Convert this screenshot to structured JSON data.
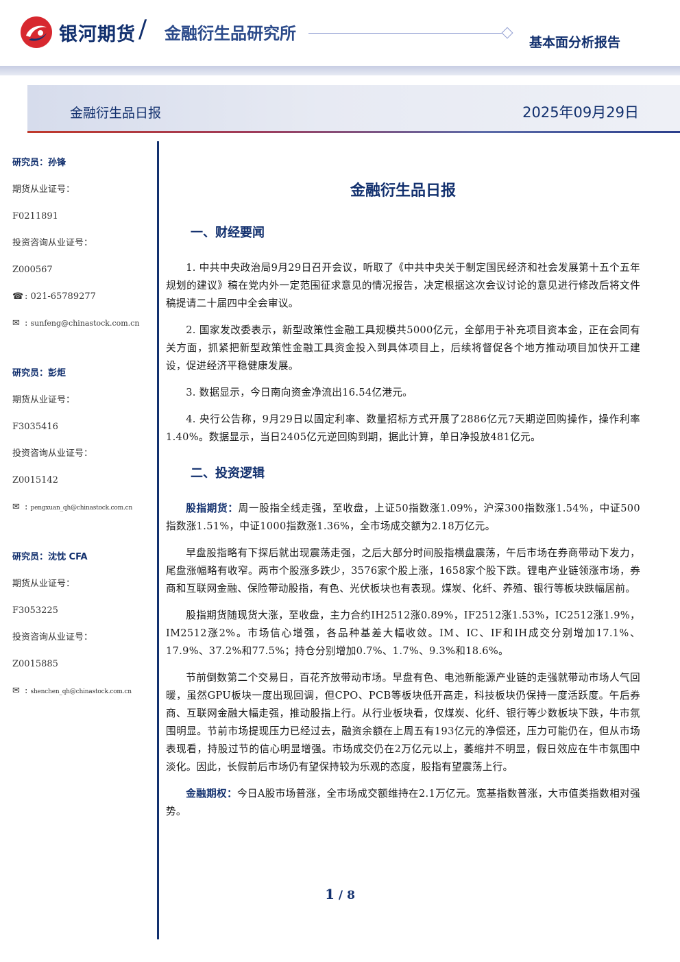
{
  "header": {
    "brand": "银河期货",
    "slash": "/",
    "institute": "金融衍生品研究所",
    "report_type": "基本面分析报告",
    "colors": {
      "navy": "#12306e",
      "logo_red": "#d7282f"
    }
  },
  "title_bar": {
    "left": "金融衍生品日报",
    "date": "2025年09月29日"
  },
  "sidebar": {
    "analysts": [
      {
        "name": "研究员：孙锋",
        "futures_label": "期货从业证号：",
        "futures_id": "F0211891",
        "consult_label": "投资咨询从业证号：",
        "consult_id": "Z000567",
        "phone": "021-65789277",
        "email": "sunfeng@chinastock.com.cn"
      },
      {
        "name": "研究员：彭炬",
        "futures_label": "期货从业证号：",
        "futures_id": "F3035416",
        "consult_label": "投资咨询从业证号：",
        "consult_id": "Z0015142",
        "email": "pengxuan_qh@chinastock.com.cn"
      },
      {
        "name": "研究员：沈忱 CFA",
        "futures_label": "期货从业证号：",
        "futures_id": "F3053225",
        "consult_label": "投资咨询从业证号：",
        "consult_id": "Z0015885",
        "email": "shenchen_qh@chinastock.com.cn"
      }
    ],
    "icons": {
      "phone": "phone-icon",
      "email": "email-icon"
    },
    "sep": ":"
  },
  "main": {
    "title": "金融衍生品日报",
    "sections": [
      {
        "heading": "一、财经要闻",
        "paragraphs": [
          {
            "text": "1. 中共中央政治局9月29日召开会议，听取了《中共中央关于制定国民经济和社会发展第十五个五年规划的建议》稿在党内外一定范围征求意见的情况报告，决定根据这次会议讨论的意见进行修改后将文件稿提请二十届四中全会审议。"
          },
          {
            "text": "2. 国家发改委表示，新型政策性金融工具规模共5000亿元，全部用于补充项目资本金，正在会同有关方面，抓紧把新型政策性金融工具资金投入到具体项目上，后续将督促各个地方推动项目加快开工建设，促进经济平稳健康发展。"
          },
          {
            "text": "3. 数据显示，今日南向资金净流出16.54亿港元。"
          },
          {
            "text": "4. 央行公告称，9月29日以固定利率、数量招标方式开展了2886亿元7天期逆回购操作，操作利率1.40%。数据显示，当日2405亿元逆回购到期，据此计算，单日净投放481亿元。"
          }
        ]
      },
      {
        "heading": "二、投资逻辑",
        "paragraphs": [
          {
            "lead": "股指期货：",
            "text": "周一股指全线走强，至收盘，上证50指数涨1.09%，沪深300指数涨1.54%，中证500指数涨1.51%，中证1000指数涨1.36%，全市场成交额为2.18万亿元。"
          },
          {
            "text": "早盘股指略有下探后就出现震荡走强，之后大部分时间股指横盘震荡，午后市场在券商带动下发力，尾盘涨幅略有收窄。两市个股涨多跌少，3576家个股上涨，1658家个股下跌。锂电产业链领涨市场，券商和互联网金融、保险带动股指，有色、光伏板块也有表现。煤炭、化纤、养殖、银行等板块跌幅居前。"
          },
          {
            "text": "股指期货随现货大涨，至收盘，主力合约IH2512涨0.89%，IF2512涨1.53%，IC2512涨1.9%，IM2512涨2%。市场信心增强，各品种基差大幅收敛。IM、IC、IF和IH成交分别增加17.1%、17.9%、37.2%和77.5%；持仓分别增加0.7%、1.7%、9.3%和18.6%。"
          },
          {
            "text": "节前倒数第二个交易日，百花齐放带动市场。早盘有色、电池新能源产业链的走强就带动市场人气回暖，虽然GPU板块一度出现回调，但CPO、PCB等板块低开高走，科技板块仍保持一度活跃度。午后券商、互联网金融大幅走强，推动股指上行。从行业板块看，仅煤炭、化纤、银行等少数板块下跌，牛市氛围明显。节前市场提现压力已经过去，融资余额在上周五有193亿元的净偿还，压力可能仍在，但从市场表现看，持股过节的信心明显增强。市场成交仍在2万亿元以上，萎缩并不明显，假日效应在牛市氛围中淡化。因此，长假前后市场仍有望保持较为乐观的态度，股指有望震荡上行。"
          },
          {
            "lead": "金融期权：",
            "text": "今日A股市场普涨，全市场成交额维持在2.1万亿元。宽基指数普涨，大市值类指数相对强势。"
          }
        ]
      }
    ]
  },
  "footer": {
    "page": "1",
    "sep": "/",
    "total": "8"
  }
}
